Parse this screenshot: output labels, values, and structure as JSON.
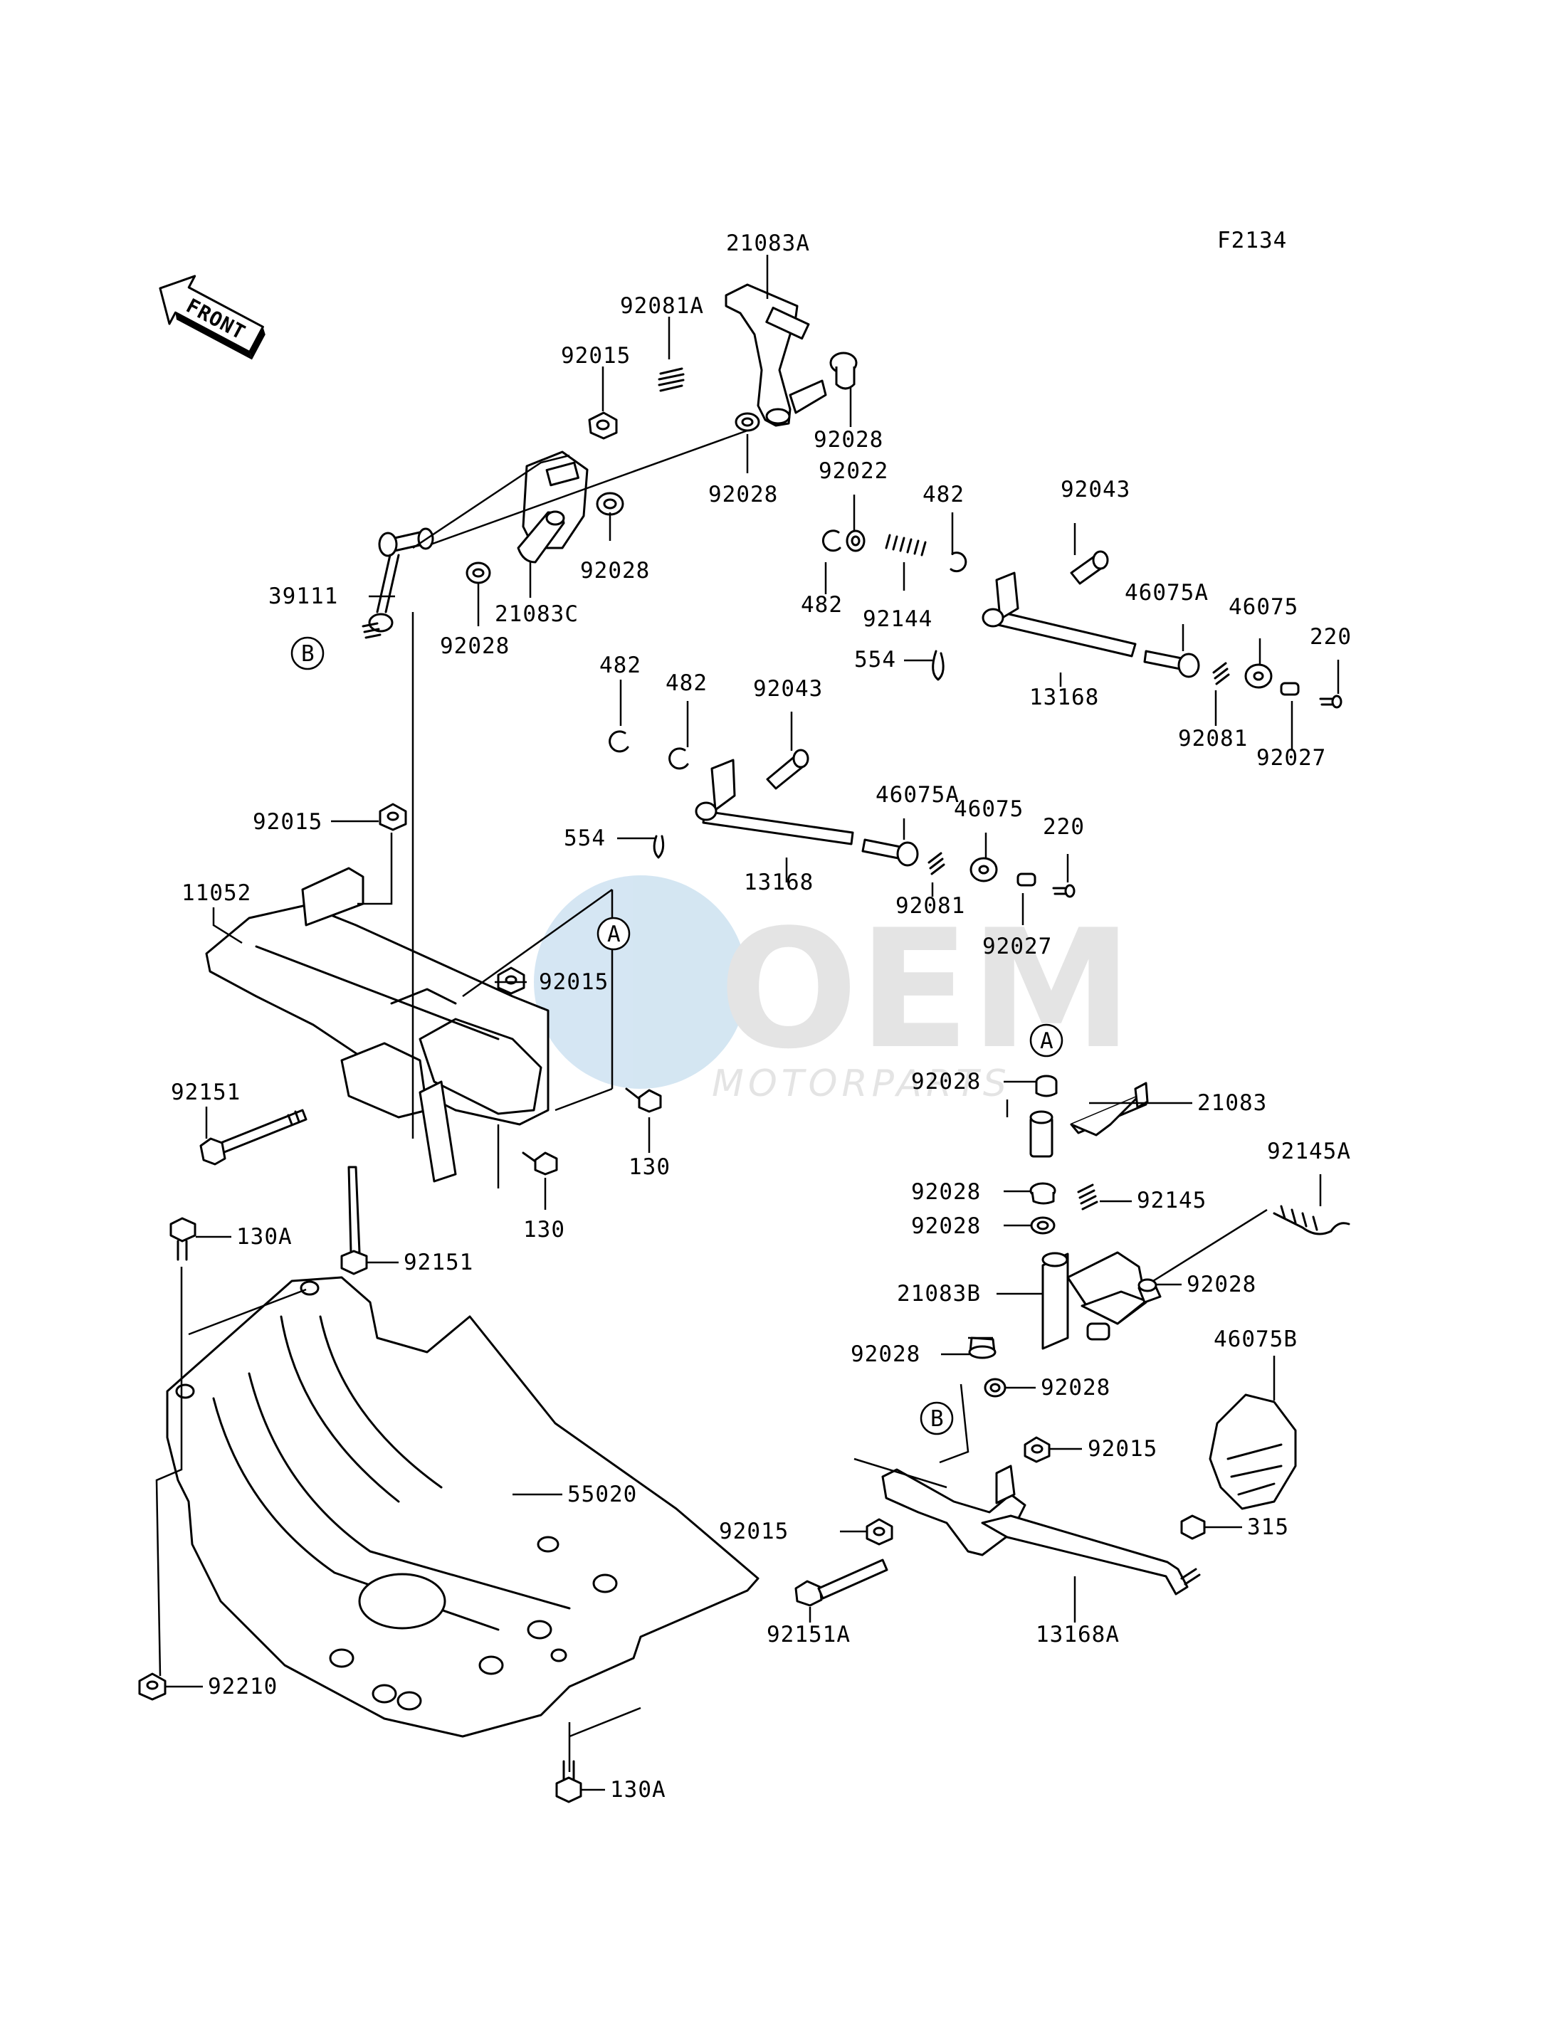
{
  "figure_code": "F2134",
  "front_label": "FRONT",
  "watermark": {
    "brand": "OEM",
    "sub": "MOTORPARTS"
  },
  "parts": [
    {
      "id": "p-21083A-top",
      "text": "21083A"
    },
    {
      "id": "p-92081A",
      "text": "92081A"
    },
    {
      "id": "p-92015-a",
      "text": "92015"
    },
    {
      "id": "p-92028-a",
      "text": "92028"
    },
    {
      "id": "p-92022",
      "text": "92022"
    },
    {
      "id": "p-92028-b",
      "text": "92028"
    },
    {
      "id": "p-482-a",
      "text": "482"
    },
    {
      "id": "p-92043-a",
      "text": "92043"
    },
    {
      "id": "p-92028-c",
      "text": "92028"
    },
    {
      "id": "p-39111",
      "text": "39111"
    },
    {
      "id": "p-21083C",
      "text": "21083C"
    },
    {
      "id": "p-482-b",
      "text": "482"
    },
    {
      "id": "p-92144",
      "text": "92144"
    },
    {
      "id": "p-46075A-a",
      "text": "46075A"
    },
    {
      "id": "p-46075-a",
      "text": "46075"
    },
    {
      "id": "p-220-a",
      "text": "220"
    },
    {
      "id": "p-92028-d",
      "text": "92028"
    },
    {
      "id": "p-554-a",
      "text": "554"
    },
    {
      "id": "p-13168-a",
      "text": "13168"
    },
    {
      "id": "p-92081-a",
      "text": "92081"
    },
    {
      "id": "p-92027-a",
      "text": "92027"
    },
    {
      "id": "p-482-c",
      "text": "482"
    },
    {
      "id": "p-482-d",
      "text": "482"
    },
    {
      "id": "p-92043-b",
      "text": "92043"
    },
    {
      "id": "p-92015-b",
      "text": "92015"
    },
    {
      "id": "p-46075A-b",
      "text": "46075A"
    },
    {
      "id": "p-46075-b",
      "text": "46075"
    },
    {
      "id": "p-220-b",
      "text": "220"
    },
    {
      "id": "p-554-b",
      "text": "554"
    },
    {
      "id": "p-11052",
      "text": "11052"
    },
    {
      "id": "p-13168-b",
      "text": "13168"
    },
    {
      "id": "p-92081-b",
      "text": "92081"
    },
    {
      "id": "p-92027-b",
      "text": "92027"
    },
    {
      "id": "p-92015-c",
      "text": "92015"
    },
    {
      "id": "p-92151-a",
      "text": "92151"
    },
    {
      "id": "p-92028-e",
      "text": "92028"
    },
    {
      "id": "p-21083",
      "text": "21083"
    },
    {
      "id": "p-130-a",
      "text": "130"
    },
    {
      "id": "p-92145A",
      "text": "92145A"
    },
    {
      "id": "p-92028-f",
      "text": "92028"
    },
    {
      "id": "p-92145",
      "text": "92145"
    },
    {
      "id": "p-130-b",
      "text": "130"
    },
    {
      "id": "p-92028-g",
      "text": "92028"
    },
    {
      "id": "p-130A-a",
      "text": "130A"
    },
    {
      "id": "p-92151-b",
      "text": "92151"
    },
    {
      "id": "p-21083B",
      "text": "21083B"
    },
    {
      "id": "p-92028-h",
      "text": "92028"
    },
    {
      "id": "p-46075B",
      "text": "46075B"
    },
    {
      "id": "p-92028-i",
      "text": "92028"
    },
    {
      "id": "p-92028-j",
      "text": "92028"
    },
    {
      "id": "p-92015-d",
      "text": "92015"
    },
    {
      "id": "p-55020",
      "text": "55020"
    },
    {
      "id": "p-92015-e",
      "text": "92015"
    },
    {
      "id": "p-315",
      "text": "315"
    },
    {
      "id": "p-92151A",
      "text": "92151A"
    },
    {
      "id": "p-13168A",
      "text": "13168A"
    },
    {
      "id": "p-92210",
      "text": "92210"
    },
    {
      "id": "p-130A-b",
      "text": "130A"
    }
  ],
  "refs": [
    {
      "id": "ref-b-left",
      "text": "B"
    },
    {
      "id": "ref-a-mid",
      "text": "A"
    },
    {
      "id": "ref-a-right",
      "text": "A"
    },
    {
      "id": "ref-b-right",
      "text": "B"
    }
  ]
}
